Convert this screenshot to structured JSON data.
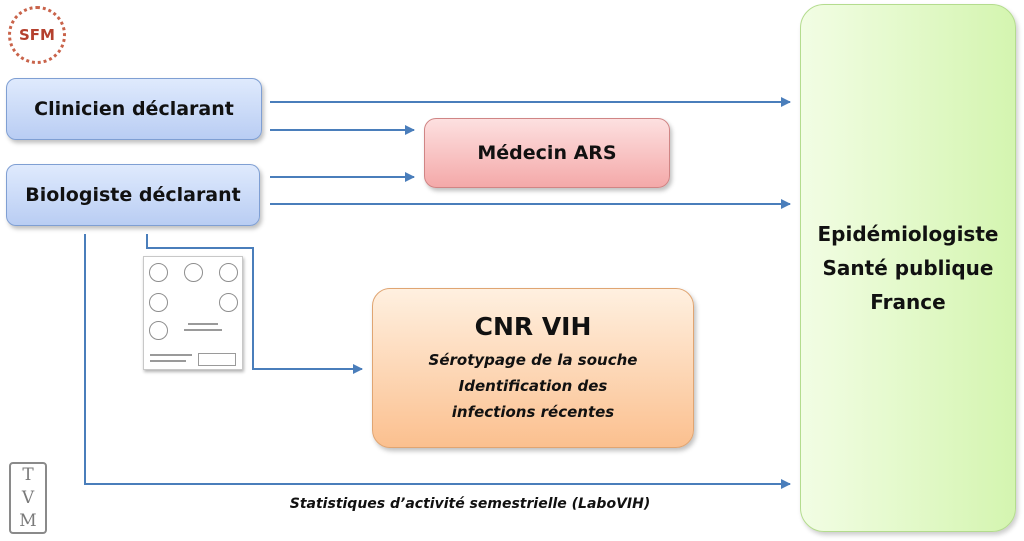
{
  "logos": {
    "sfm": "SFM",
    "tvm": [
      "T",
      "V",
      "M"
    ]
  },
  "nodes": {
    "clinicien": "Clinicien déclarant",
    "biologiste": "Biologiste déclarant",
    "medecin_ars": "Médecin ARS",
    "cnr": {
      "title": "CNR VIH",
      "line1": "Sérotypage de la souche",
      "line2": "Identification des",
      "line3": "infections récentes"
    },
    "epidemiologiste": {
      "line1": "Epidémiologiste",
      "line2": "Santé publique",
      "line3": "France"
    }
  },
  "annotation": "Statistiques d’activité semestrielle (LaboVIH)",
  "colors": {
    "arrow": "#4a7ebb"
  }
}
